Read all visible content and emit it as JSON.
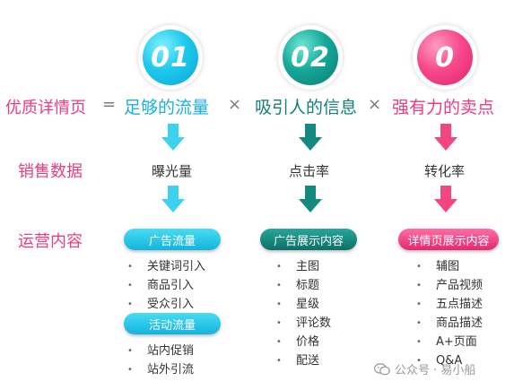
{
  "steps": [
    {
      "number": "01"
    },
    {
      "number": "02"
    },
    {
      "number": "0"
    }
  ],
  "row_labels": {
    "formula": "优质详情页",
    "metrics": "销售数据",
    "operations": "运营内容"
  },
  "formula": {
    "equals": "=",
    "times": "×",
    "term1": "足够的流量",
    "term2": "吸引人的信息",
    "term3": "强有力的卖点"
  },
  "metrics": [
    "曝光量",
    "点击率",
    "转化率"
  ],
  "columns": [
    {
      "groups": [
        {
          "title": "广告流量",
          "items": [
            "关键词引入",
            "商品引入",
            "受众引入"
          ]
        },
        {
          "title": "活动流量",
          "items": [
            "站内促销",
            "站外引流"
          ]
        }
      ]
    },
    {
      "groups": [
        {
          "title": "广告展示内容",
          "items": [
            "主图",
            "标题",
            "星级",
            "评论数",
            "价格",
            "配送"
          ]
        }
      ]
    },
    {
      "groups": [
        {
          "title": "详情页展示内容",
          "items": [
            "辅图",
            "产品视频",
            "五点描述",
            "商品描述",
            "A+页面",
            "Q&A"
          ]
        }
      ]
    }
  ],
  "colors": {
    "col1": "#1ec9ec",
    "col2": "#137f79",
    "col3": "#f24683",
    "label": "#ee3c7f"
  },
  "watermark": "公众号 · 易小船",
  "watermark_icon": "wechat-icon"
}
